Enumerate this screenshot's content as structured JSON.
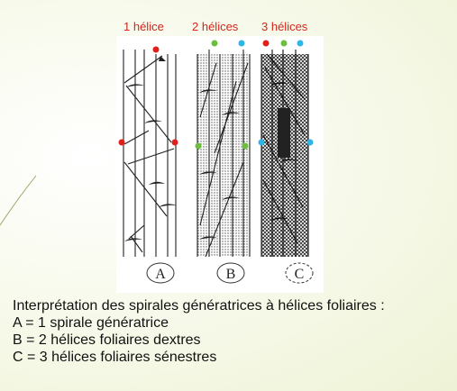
{
  "labels": {
    "one_helix": "1 hélice",
    "two_helices": "2 hélices",
    "three_helices": "3 hélices"
  },
  "panels": {
    "a": "A",
    "b": "B",
    "c": "C"
  },
  "caption": {
    "title": "Interprétation des spirales génératrices à hélices foliaires :",
    "line_a": "A = 1 spirale génératrice",
    "line_b": "B = 2 hélices foliaires dextres",
    "line_c": "C = 3 hélices foliaires sénestres"
  },
  "colors": {
    "red_dot": "#e0201b",
    "green_dot": "#6abf3c",
    "blue_dot": "#2fb4e6",
    "label_red": "#d4261c"
  }
}
